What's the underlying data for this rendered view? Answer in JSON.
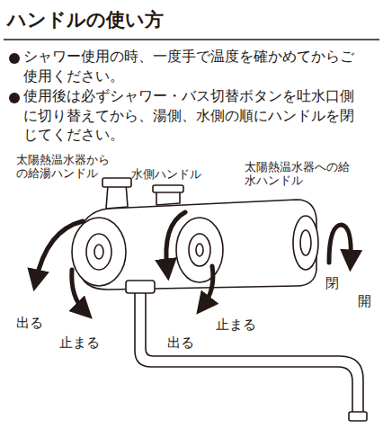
{
  "diagram": {
    "title": "ハンドルの使い方",
    "labels": [
      "シャワー使用の時、一度手で温度を確かめてからご使用ください。",
      "使用後は必ずシャワー・バス切替ボタンを吐水口側に切り替えてから、湯側、水側の順にハンドルを閉じてください。",
      "太陽熱温水器からの給湯ハンドル",
      "水側ハンドル",
      "太陽熱温水器への給水ハンドル",
      "出る",
      "止まる",
      "出る",
      "止まる",
      "閉",
      "開"
    ]
  }
}
